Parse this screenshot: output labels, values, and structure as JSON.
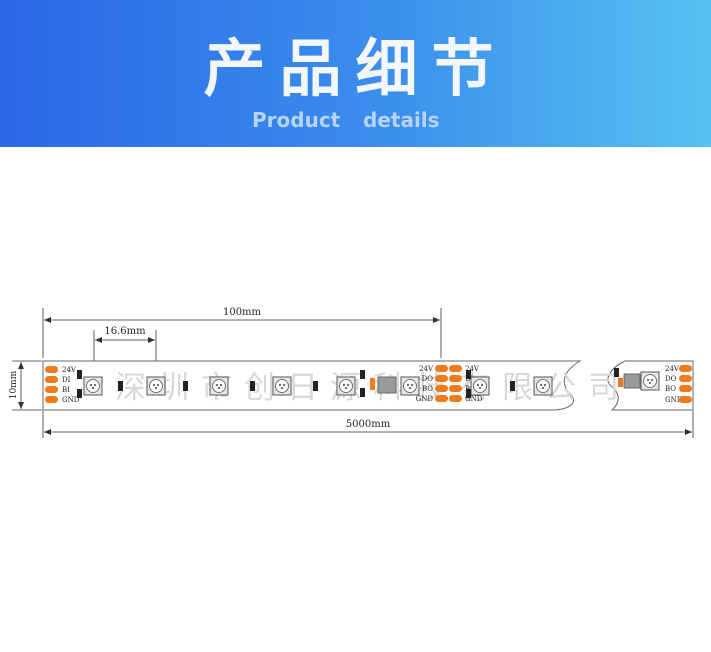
{
  "banner": {
    "title": "产品细节",
    "subtitle_left": "Product",
    "subtitle_right": "details"
  },
  "dimensions": {
    "pitch_label": "100mm",
    "spacing_label": "16.6mm",
    "width_label": "10mm",
    "length_label": "5000mm"
  },
  "pads": {
    "input": [
      "24V",
      "DI",
      "BI",
      "GND"
    ],
    "output": [
      "24V",
      "DO",
      "BO",
      "GND"
    ]
  },
  "watermark": "深圳市创日源科技有限公司",
  "colors": {
    "banner_start": "#2a67e8",
    "banner_end": "#55c2f0",
    "pad": "#f07a1c",
    "ic": "#9a9a9a",
    "outline": "#666666"
  }
}
